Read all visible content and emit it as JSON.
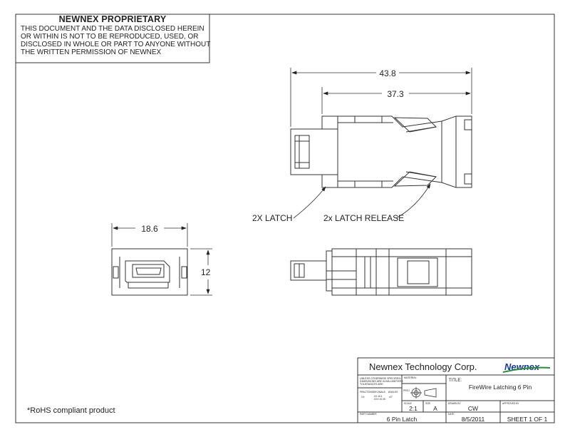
{
  "proprietary": {
    "title": "NEWNEX PROPRIETARY",
    "lines": [
      "THIS DOCUMENT AND THE DATA DISCLOSED HEREIN",
      "OR WITHIN IS NOT TO BE REPRODUCED, USED, OR",
      "DISCLOSED IN WHOLE OR PART TO ANYONE WITHOUT",
      "THE WRITTEN PERMISSION OF NEWNEX"
    ]
  },
  "dimensions": {
    "overall_length": "43.8",
    "body_length": "37.3",
    "front_width": "18.6",
    "front_height": "12"
  },
  "callouts": {
    "latch": "2X LATCH",
    "latch_release": "2x LATCH RELEASE"
  },
  "note": "*RoHS compliant product",
  "title_block": {
    "company": "Newnex Technology Corp.",
    "logo_text": "Newnex",
    "tolerance_lines": [
      "UNLESS OTHERWISE SPECIFIED:",
      "DIMENSIONS ARE IN MILLIMETERS",
      "TOLERANCES ARE:"
    ],
    "material_label": "MATERIAL",
    "fractions_label": "FRACTIONS",
    "decimals_label": "DECIMALS",
    "angles_label": "ANGLES",
    "fraction_value": "1/±",
    "decimal_values": [
      ".XX  ±0.1",
      ".XXX ±0.05"
    ],
    "angle_value": "±0°",
    "proj_label": "PROJ",
    "title_label": "TITLE:",
    "title_value": "FireWire Latching 6 Pin",
    "scale_label": "SCALE",
    "scale_value": "2:1",
    "size_label": "SIZE",
    "size_value": "A",
    "drawn_label": "DRAWN BY",
    "drawn_value": "CW",
    "approved_label": "APPROVED BY",
    "part_label": "PART NUMBER",
    "part_value": "6 Pin Latch",
    "date_label": "DATE",
    "date_value": "8/5/2011",
    "sheet_value": "SHEET  1 OF 1"
  }
}
